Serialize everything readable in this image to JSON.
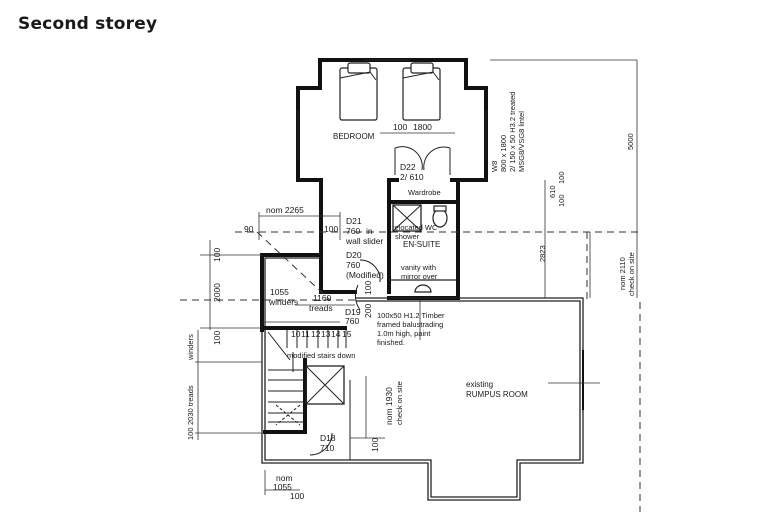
{
  "header": {
    "title": "Second storey"
  },
  "plan": {
    "rooms": {
      "bedroom": "BEDROOM",
      "wardrobe": "Wardrobe",
      "ensuite": "EN-SUITE",
      "rumpus_line1": "existing",
      "rumpus_line2": "RUMPUS ROOM"
    },
    "fixtures": {
      "shower_line1": "relocated WC",
      "shower_line2": "shower",
      "vanity_line1": "vanity with",
      "vanity_line2": "mirror over"
    },
    "doors": {
      "d22_id": "D22",
      "d22_size": "2/ 610",
      "d21_id": "D21",
      "d21_size": "760",
      "d21_note1": "in",
      "d21_note2": "wall slider",
      "d20_id": "D20",
      "d20_size": "760",
      "d20_note": "(Modified)",
      "d19_id": "D19",
      "d19_size": "760",
      "d18_id": "D18",
      "d18_size": "710"
    },
    "window": {
      "id": "W8",
      "size": "800 x 1800",
      "lintel1": "2/ 150 x 50 H3.2 treated",
      "lintel2": "MSG8/VSG8 lintel"
    },
    "stairs": {
      "tread_numbers": [
        "10",
        "11",
        "12",
        "13",
        "14",
        "15"
      ],
      "note": "modified stairs down",
      "winders_label": "1055",
      "winders_text": "winders",
      "treads_label": "1160",
      "treads_text": "treads"
    },
    "balustrade_note": {
      "line1": "100x50 H1.2 Timber",
      "line2": "framed balustrading",
      "line3": "1.0m high, paint",
      "line4": "finished."
    },
    "dimensions": {
      "top_100": "100",
      "top_1800": "1800",
      "nom_2265": "nom 2265",
      "d_90": "90",
      "d_100_mid": "100",
      "right_5000": "5000",
      "right_610": "610",
      "right_100a": "100",
      "right_100b": "100",
      "right_2823": "2823",
      "nom_2110": "nom 2110",
      "check_on_site_a": "check on site",
      "left_100_top": "100",
      "left_2000": "2000",
      "left_100_mid": "100",
      "left_winders": "winders",
      "left_2030": "2030 treads",
      "left_100_bot": "100",
      "door_100": "100",
      "door_200": "200",
      "nom_1930": "nom 1930",
      "check_on_site_b": "check on site",
      "rumpus_100": "100",
      "bottom_nom": "nom",
      "bottom_1055": "1055",
      "bottom_100": "100"
    }
  }
}
